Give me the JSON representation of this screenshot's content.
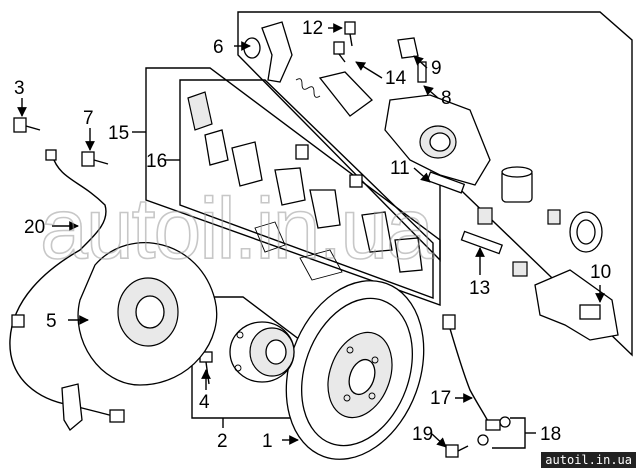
{
  "callouts": {
    "c1": "1",
    "c2": "2",
    "c3": "3",
    "c4": "4",
    "c5": "5",
    "c6": "6",
    "c7": "7",
    "c8": "8",
    "c9": "9",
    "c10": "10",
    "c11": "11",
    "c12": "12",
    "c13": "13",
    "c14": "14",
    "c15": "15",
    "c16": "16",
    "c17": "17",
    "c18": "18",
    "c19": "19",
    "c20": "20"
  },
  "watermark": "autoil.in.ua",
  "site_label": "autoil.in.ua",
  "colors": {
    "line": "#000000",
    "background": "#ffffff",
    "watermark": "#9a9a9a"
  }
}
